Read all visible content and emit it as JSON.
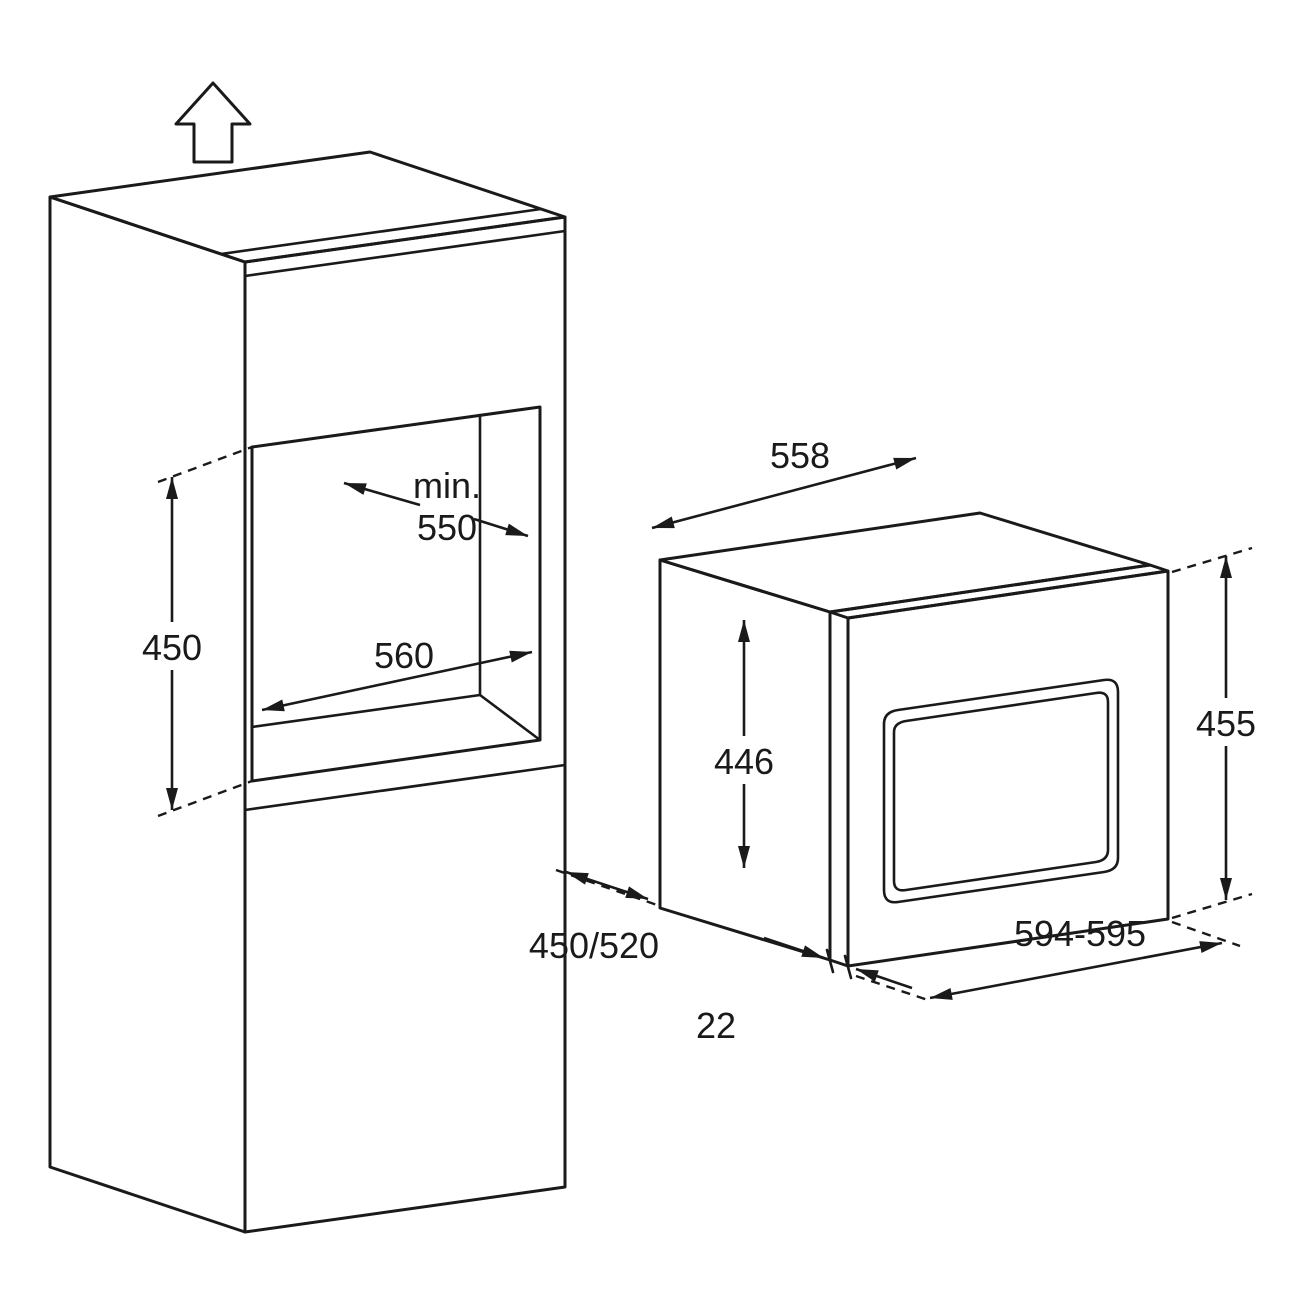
{
  "page": {
    "background": "#ffffff",
    "line_color": "#1a1a1a"
  },
  "diagram": {
    "type": "installation-dimension-diagram",
    "subject": "built-in compact oven in tall cabinet niche",
    "icons": [
      "up-arrow"
    ],
    "labels": {
      "min_prefix": "min.",
      "niche_depth": "550",
      "niche_height": "450",
      "niche_width": "560",
      "cabinet_depth": "450/520",
      "oven_depth": "558",
      "oven_inner_height": "446",
      "oven_height": "455",
      "oven_width": "594-595",
      "door_overhang": "22"
    }
  }
}
